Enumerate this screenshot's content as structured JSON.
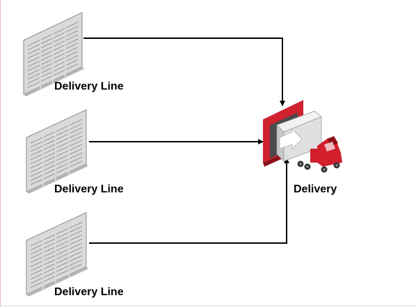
{
  "diagram": {
    "sources": [
      {
        "label": "Delivery Line"
      },
      {
        "label": "Delivery Line"
      },
      {
        "label": "Delivery Line"
      }
    ],
    "target": {
      "label": "Delivery"
    },
    "colors": {
      "document_face": "#d9d9d9",
      "document_edge": "#8c8c8c",
      "document_lines": "#9a9a9a",
      "dock_frame": "#d0212e",
      "dock_shadow": "#8e1018",
      "trailer": "#e0e0e0",
      "cab": "#d11f2b",
      "arrow_line": "#000000"
    }
  }
}
